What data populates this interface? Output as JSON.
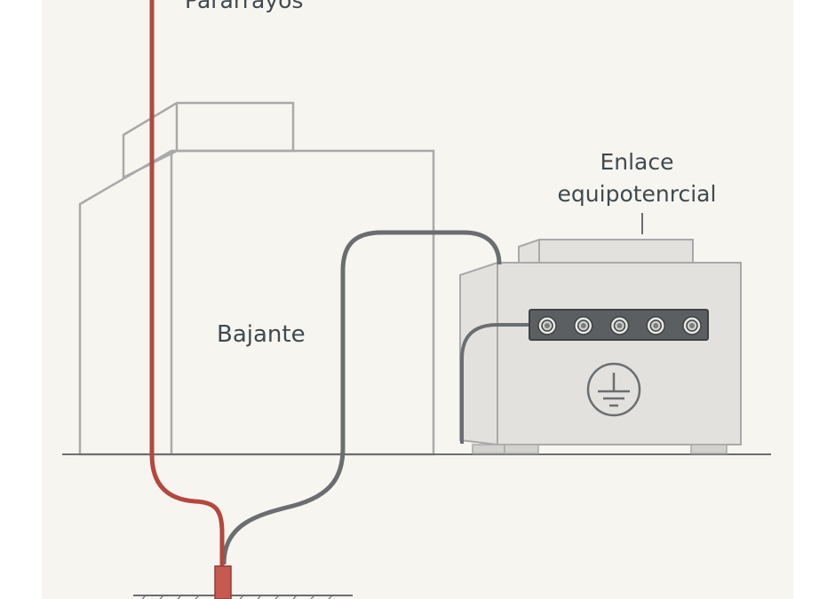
{
  "labels": {
    "pararrayos": "Pararrayos",
    "bajante": "Bajante",
    "enlace_line1": "Enlace",
    "enlace_line2": "equipotenrcial"
  },
  "colors": {
    "background": "#f7f5f0",
    "building_stroke": "#a9a9a9",
    "lightning_conductor": "#b5473d",
    "bonding_cable": "#6b6e70",
    "equipment_fill": "#e2e1dd",
    "busbar": "#5c5f61",
    "text": "#3f4a4f"
  },
  "icons": {
    "ground_symbol": "ground-symbol-icon",
    "busbar_terminals": 5
  }
}
